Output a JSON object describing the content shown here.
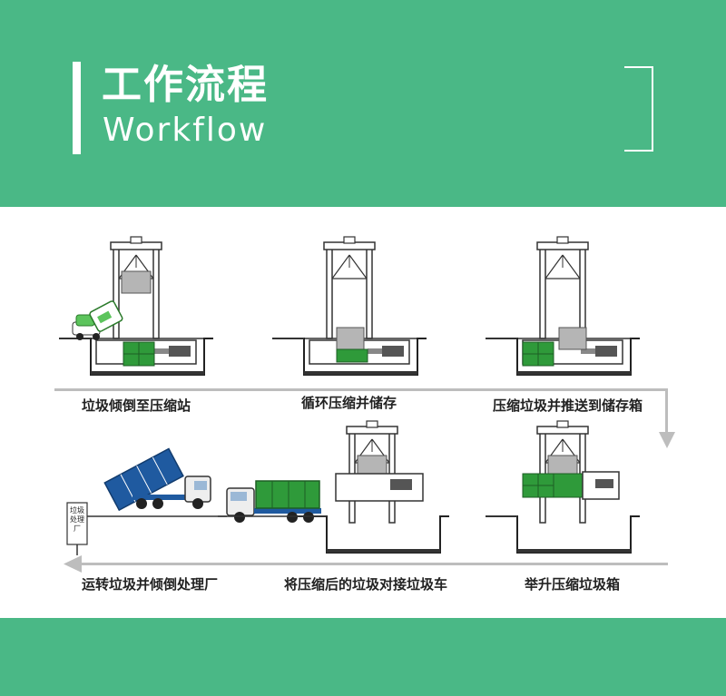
{
  "header": {
    "title_cn": "工作流程",
    "title_en": "Workflow"
  },
  "steps": [
    {
      "label": "垃圾倾倒至压缩站"
    },
    {
      "label": "循环压缩并储存"
    },
    {
      "label": "压缩垃圾并推送到储存箱"
    },
    {
      "label": "举升压缩垃圾箱"
    },
    {
      "label": "将压缩后的垃圾对接垃圾车"
    },
    {
      "label": "运转垃圾并倾倒处理厂"
    }
  ],
  "facility_sign": "垃圾处理厂",
  "colors": {
    "brand_green": "#4ab886",
    "flow_arrow": "#bdbdbd",
    "container_green": "#2f9a3a",
    "truck_blue": "#1f5aa0"
  }
}
